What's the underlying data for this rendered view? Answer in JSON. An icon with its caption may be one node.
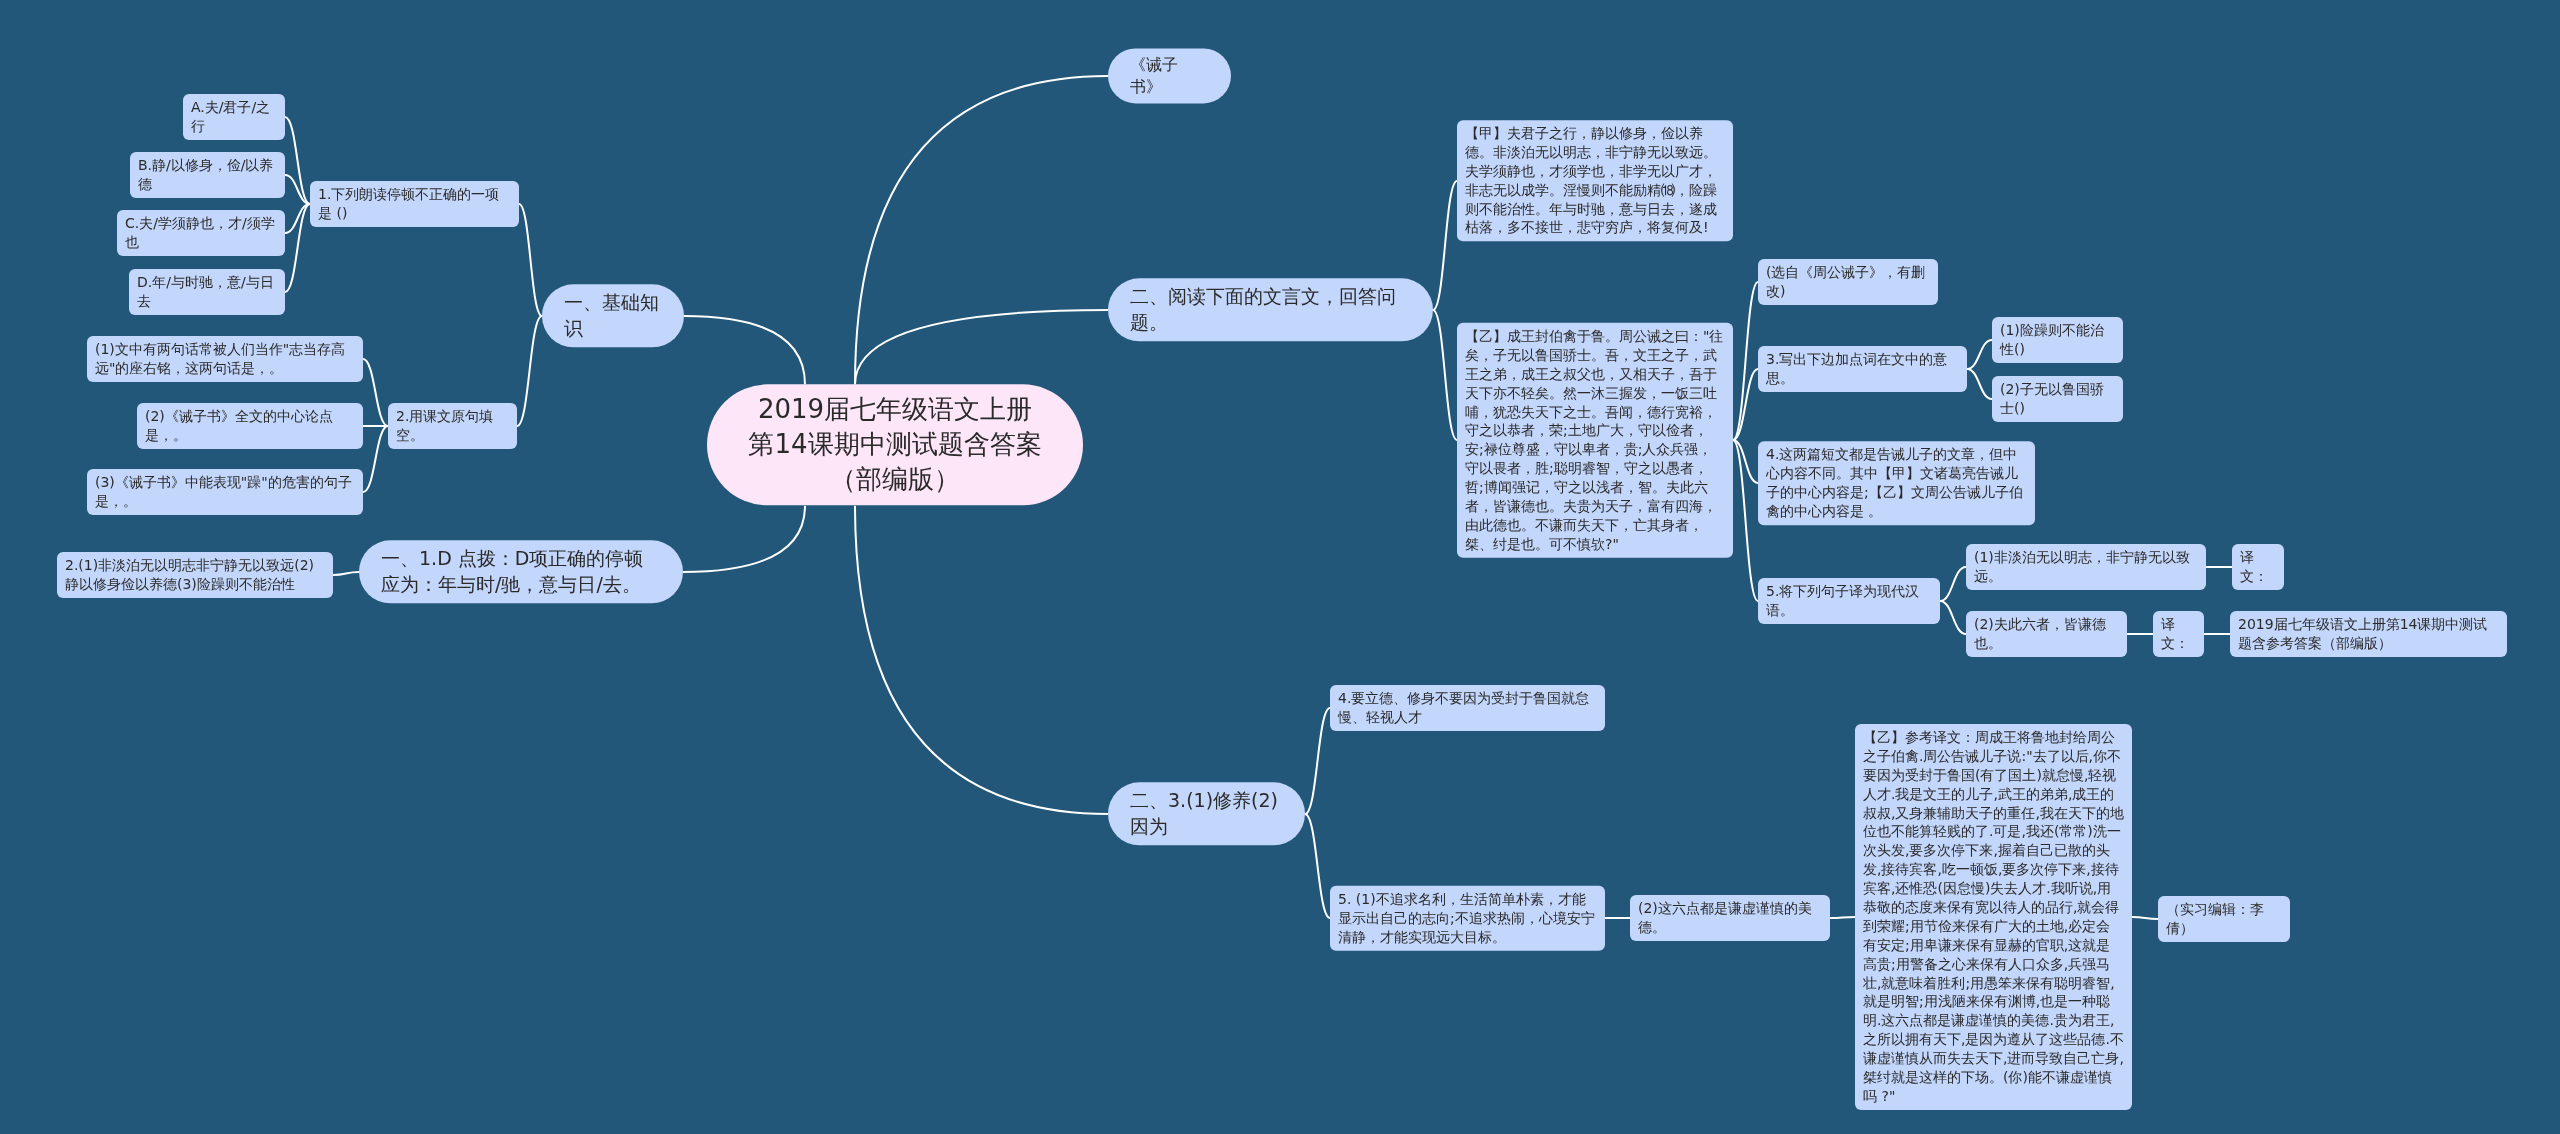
{
  "diagram": {
    "nodes": [
      {
        "text": [
          "2019届七年级语文上册第14课期中测试题含答案（部编版）"
        ]
      },
      {
        "text": [
          "一、基础知识"
        ]
      },
      {
        "text": [
          "1.下列朗读停顿不正确的一项是 ()"
        ]
      },
      {
        "text": [
          "A.夫/君子/之行"
        ]
      },
      {
        "text": [
          "B.静/以修身，俭/以养德"
        ]
      },
      {
        "text": [
          "C.夫/学须静也，才/须学也"
        ]
      },
      {
        "text": [
          "D.年/与时驰，意/与日去"
        ]
      },
      {
        "text": [
          "2.用课文原句填空。"
        ]
      },
      {
        "text": [
          "(1)文中有两句话常被人们当作\"志当存高远\"的座右铭，这两句话是，。"
        ]
      },
      {
        "text": [
          "(2)《诫子书》全文的中心论点是，。"
        ]
      },
      {
        "text": [
          "(3)《诫子书》中能表现\"躁\"的危害的句子是，。"
        ]
      },
      {
        "text": [
          "一、1.D 点拨：D项正确的停顿应为：年与时/驰，意与日/去。"
        ]
      },
      {
        "text": [
          "2.(1)非淡泊无以明志非宁静无以致远(2)静以修身俭以养德(3)险躁则不能治性"
        ]
      },
      {
        "text": [
          "《诫子书》"
        ]
      },
      {
        "text": [
          "二、阅读下面的文言文，回答问题。"
        ]
      },
      {
        "text": [
          "【甲】夫君子之行，静以修身，俭以养德。非淡泊无以明志，非宁静无以致远。夫学须静也，才须学也，非学无以广才，非志无以成学。淫慢则不能励精⒅，险躁则不能治性。年与时驰，意与日去，遂成枯落，多不接世，悲守穷庐，将复何及!"
        ]
      },
      {
        "text": [
          "【乙】成王封伯禽于鲁。周公诫之曰：\"往矣，子无以鲁国骄士。吾，文王之子，武王之弟，成王之叔父也，又相天子，吾于天下亦不轻矣。然一沐三握发，一饭三吐哺，犹恐失天下之士。吾闻，德行宽裕，守之以恭者，荣;土地广大，守以俭者，安;禄位尊盛，守以卑者，贵;人众兵强，守以畏者，胜;聪明睿智，守之以愚者，哲;博闻强记，守之以浅者，智。夫此六者，皆谦德也。夫贵为天子，富有四海，由此德也。不谦而失天下，亡其身者，桀、纣是也。可不慎欤?\""
        ]
      },
      {
        "text": [
          "(选自《周公诫子》，有删改)"
        ]
      },
      {
        "text": [
          "3.写出下边加点词在文中的意思。"
        ]
      },
      {
        "text": [
          "(1)险躁则不能治性()"
        ]
      },
      {
        "text": [
          "(2)子无以鲁国骄士()"
        ]
      },
      {
        "text": [
          "4.这两篇短文都是告诫儿子的文章，但中心内容不同。其中【甲】文诸葛亮告诫儿子的中心内容是;【乙】文周公告诫儿子伯禽的中心内容是 。"
        ]
      },
      {
        "text": [
          "5.将下列句子译为现代汉语。"
        ]
      },
      {
        "text": [
          "(1)非淡泊无以明志，非宁静无以致远。"
        ]
      },
      {
        "text": [
          "译文："
        ]
      },
      {
        "text": [
          "(2)夫此六者，皆谦德也。"
        ]
      },
      {
        "text": [
          "译文："
        ]
      },
      {
        "text": [
          "2019届七年级语文上册第14课期中测试题含参考答案（部编版）"
        ]
      },
      {
        "text": [
          "二、3.(1)修养(2)因为"
        ]
      },
      {
        "text": [
          "4.要立德、修身不要因为受封于鲁国就怠慢、轻视人才"
        ]
      },
      {
        "text": [
          "5. (1)不追求名利，生活简单朴素，才能显示出自己的志向;不追求热闹，心境安宁清静，才能实现远大目标。"
        ]
      },
      {
        "text": [
          "(2)这六点都是谦虚谨慎的美德。"
        ]
      },
      {
        "text": [
          "【乙】参考译文：周成王将鲁地封给周公之子伯禽.周公告诫儿子说:\"去了以后,你不要因为受封于鲁国(有了国土)就怠慢,轻视人才.我是文王的儿子,武王的弟弟,成王的叔叔,又身兼辅助天子的重任,我在天下的地位也不能算轻贱的了.可是,我还(常常)洗一次头发,要多次停下来,握着自己已散的头发,接待宾客,吃一顿饭,要多次停下来,接待宾客,还惟恐(因怠慢)失去人才.我听说,用恭敬的态度来保有宽以待人的品行,就会得到荣耀;用节俭来保有广大的土地,必定会有安定;用卑谦来保有显赫的官职,这就是高贵;用警备之心来保有人口众多,兵强马壮,就意味着胜利;用愚笨来保有聪明睿智,就是明智;用浅陋来保有渊博,也是一种聪明.这六点都是谦虚谨慎的美德.贵为君王,之所以拥有天下,是因为遵从了这些品德.不谦虚谨慎从而失去天下,进而导致自己亡身,桀纣就是这样的下场。(你)能不谦虚谨慎吗 ?\""
        ]
      },
      {
        "text": [
          "（实习编辑：李倩）"
        ]
      }
    ],
    "edges": [
      {
        "from": 0,
        "to": 1,
        "arrow": "none"
      },
      {
        "from": 1,
        "to": 2,
        "arrow": "none"
      },
      {
        "from": 2,
        "to": 3,
        "arrow": "none"
      },
      {
        "from": 2,
        "to": 4,
        "arrow": "none"
      },
      {
        "from": 2,
        "to": 5,
        "arrow": "none"
      },
      {
        "from": 2,
        "to": 6,
        "arrow": "none"
      },
      {
        "from": 1,
        "to": 7,
        "arrow": "none"
      },
      {
        "from": 7,
        "to": 8,
        "arrow": "none"
      },
      {
        "from": 7,
        "to": 9,
        "arrow": "none"
      },
      {
        "from": 7,
        "to": 10,
        "arrow": "none"
      },
      {
        "from": 0,
        "to": 11,
        "arrow": "none"
      },
      {
        "from": 11,
        "to": 12,
        "arrow": "none"
      },
      {
        "from": 0,
        "to": 13,
        "arrow": "none"
      },
      {
        "from": 0,
        "to": 14,
        "arrow": "none"
      },
      {
        "from": 14,
        "to": 15,
        "arrow": "none"
      },
      {
        "from": 14,
        "to": 16,
        "arrow": "none"
      },
      {
        "from": 16,
        "to": 17,
        "arrow": "none"
      },
      {
        "from": 16,
        "to": 18,
        "arrow": "none"
      },
      {
        "from": 18,
        "to": 19,
        "arrow": "none"
      },
      {
        "from": 18,
        "to": 20,
        "arrow": "none"
      },
      {
        "from": 16,
        "to": 21,
        "arrow": "none"
      },
      {
        "from": 16,
        "to": 22,
        "arrow": "none"
      },
      {
        "from": 22,
        "to": 23,
        "arrow": "none"
      },
      {
        "from": 23,
        "to": 24,
        "arrow": "none"
      },
      {
        "from": 22,
        "to": 25,
        "arrow": "none"
      },
      {
        "from": 25,
        "to": 26,
        "arrow": "none"
      },
      {
        "from": 26,
        "to": 27,
        "arrow": "none"
      },
      {
        "from": 0,
        "to": 28,
        "arrow": "none"
      },
      {
        "from": 28,
        "to": 29,
        "arrow": "none"
      },
      {
        "from": 28,
        "to": 30,
        "arrow": "none"
      },
      {
        "from": 30,
        "to": 31,
        "arrow": "none"
      },
      {
        "from": 31,
        "to": 32,
        "arrow": "none"
      },
      {
        "from": 32,
        "to": 33,
        "arrow": "none"
      }
    ]
  }
}
